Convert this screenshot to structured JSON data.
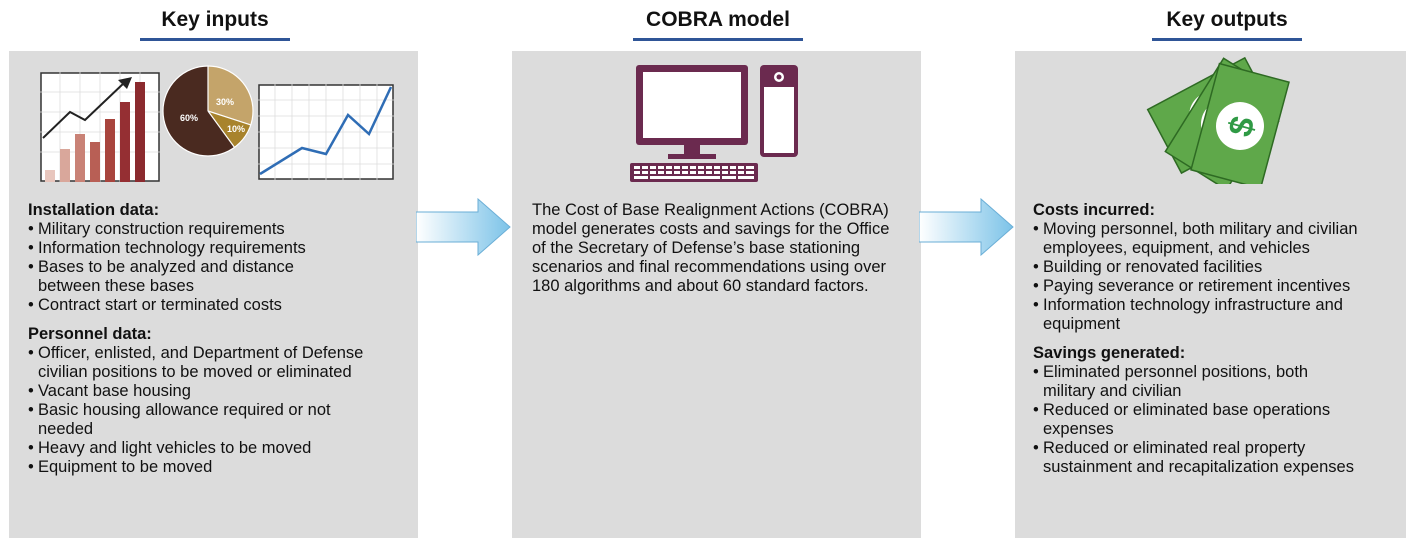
{
  "columns": {
    "inputs": {
      "title": "Key inputs"
    },
    "model": {
      "title": "COBRA model"
    },
    "outputs": {
      "title": "Key outputs"
    }
  },
  "inputs_panel": {
    "pie_labels": [
      "30%",
      "10%",
      "60%"
    ],
    "installation": {
      "heading": "Installation data:",
      "items": [
        "Military construction requirements",
        "Information technology requirements",
        "Bases to be analyzed and distance between these bases",
        "Contract start or terminated costs"
      ]
    },
    "personnel": {
      "heading": "Personnel data:",
      "items": [
        "Officer, enlisted, and Department of Defense civilian positions to be moved or eliminated",
        "Vacant base housing",
        "Basic housing allowance required or not needed",
        "Heavy and light vehicles to be moved",
        "Equipment to be moved"
      ]
    }
  },
  "model_panel": {
    "description": "The Cost of Base Realignment Actions (COBRA) model generates costs and savings for the Office of the Secretary of Defense’s base stationing scenarios and final recommendations using over 180 algorithms and about 60 standard factors."
  },
  "outputs_panel": {
    "costs": {
      "heading": "Costs incurred:",
      "items": [
        "Moving personnel, both military and civilian employees, equipment, and vehicles",
        "Building or renovated facilities",
        "Paying severance or retirement incentives",
        "Information technology infrastructure and equipment"
      ]
    },
    "savings": {
      "heading": "Savings generated:",
      "items": [
        "Eliminated personnel positions, both military and civilian",
        "Reduced or eliminated base operations expenses",
        "Reduced or eliminated real property sustainment and recapitalization expenses"
      ]
    }
  },
  "colors": {
    "title_underline": "#2f5597",
    "panel_bg": "#dcdcdc",
    "bar_dark": "#8b2a2e",
    "pie_dark": "#4a2a20",
    "pie_tan": "#c4a46a",
    "pie_gold": "#a8832c",
    "line_blue": "#2f6db5",
    "computer": "#6b2a4f",
    "money_green": "#5fa84a",
    "arrow_fill": "#9fd0ea"
  }
}
